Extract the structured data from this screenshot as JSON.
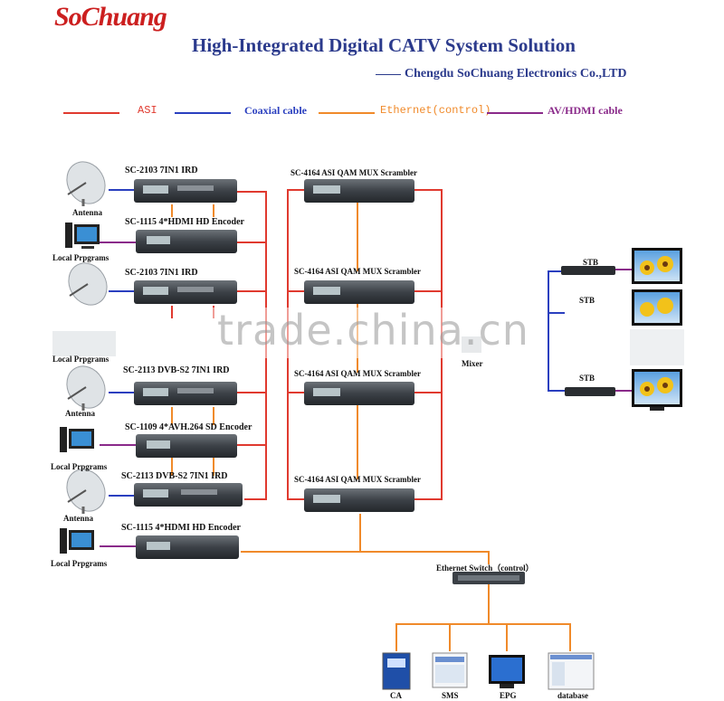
{
  "header": {
    "logo": "SoChuang",
    "title": "High-Integrated Digital CATV System Solution",
    "company": "Chengdu SoChuang Electronics Co.,LTD"
  },
  "legend": {
    "asi": "ASI",
    "coaxial": "Coaxial cable",
    "ethernet": "Ethernet(control)",
    "avhdmi": "AV/HDMI cable"
  },
  "colors": {
    "asi": "#e03a2f",
    "coaxial": "#2a3fbf",
    "ethernet": "#f08a2a",
    "avhdmi": "#8a2a8a"
  },
  "devices": {
    "ird1": "SC-2103 7IN1 IRD",
    "enc1": "SC-1115 4*HDMI HD Encoder",
    "ird2": "SC-2103 7IN1 IRD",
    "ird3": "SC-2113 DVB-S2 7IN1 IRD",
    "enc2": "SC-1109 4*AVH.264 SD Encoder",
    "ird4": "SC-2113 DVB-S2 7IN1 IRD",
    "enc3": "SC-1115 4*HDMI HD Encoder",
    "mux1": "SC-4164 ASI QAM MUX Scrambler",
    "mux2": "SC-4164 ASI QAM MUX Scrambler",
    "mux3": "SC-4164 ASI QAM MUX Scrambler",
    "mux4": "SC-4164 ASI QAM MUX Scrambler"
  },
  "sources": {
    "antenna": "Antenna",
    "local": "Local Prpgrams"
  },
  "mixer": "Mixer",
  "stb": "STB",
  "switch": "Ethernet Switch（control）",
  "servers": {
    "ca": "CA",
    "sms": "SMS",
    "epg": "EPG",
    "database": "database"
  },
  "watermark": "trade.china.cn"
}
